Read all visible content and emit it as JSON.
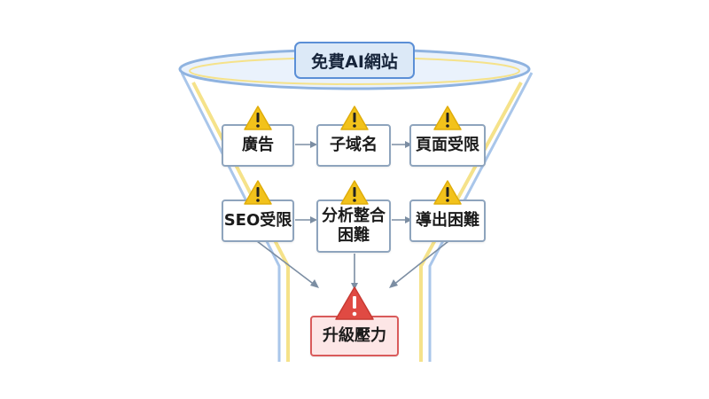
{
  "diagram": {
    "title": "免費AI網站",
    "row1": [
      "廣告",
      "子域名",
      "頁面受限"
    ],
    "row2": [
      "SEO受限",
      "分析整合困難",
      "導出困難"
    ],
    "result": "升級壓力",
    "colors": {
      "funnel_stroke": "#8fb3e0",
      "funnel_fill": "#eaf2fc",
      "funnel_inner": "#f5e28a",
      "warning": "#f2c21b",
      "alert": "#e04a43",
      "arrow": "#7c8ea3"
    },
    "icons": [
      "warning-icon",
      "alert-icon"
    ]
  }
}
